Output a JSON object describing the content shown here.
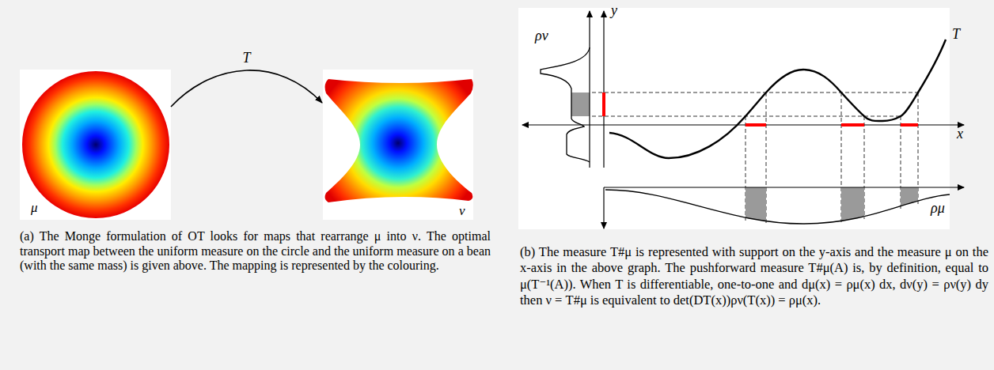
{
  "diagram": {
    "nodes": [
      {
        "text": [
          "μ"
        ]
      },
      {
        "text": [
          "ν"
        ]
      }
    ],
    "edges": [
      {
        "from": 0,
        "to": 1,
        "arrow": "to",
        "label": "T"
      }
    ],
    "labels": [
      "y",
      "x",
      "T",
      "ρν",
      "ρμ",
      "(a) The Monge formulation of OT looks for maps that rearrange μ into ν. The optimal transport map between the uniform measure on the circle and the uniform measure on a bean (with the same mass) is given above. The mapping is represented by the colouring.",
      "(b) The measure T#μ is represented with support on the y-axis and the measure μ on the x-axis in the above graph. The pushforward measure T#μ(A) is, by definition, equal to μ(T⁻¹(A)). When T is differentiable, one-to-one and dμ(x) = ρμ(x) dx, dν(y) = ρν(y) dy then ν = T#μ is equivalent to det(DT(x))ρν(T(x)) = ρμ(x)."
    ]
  }
}
